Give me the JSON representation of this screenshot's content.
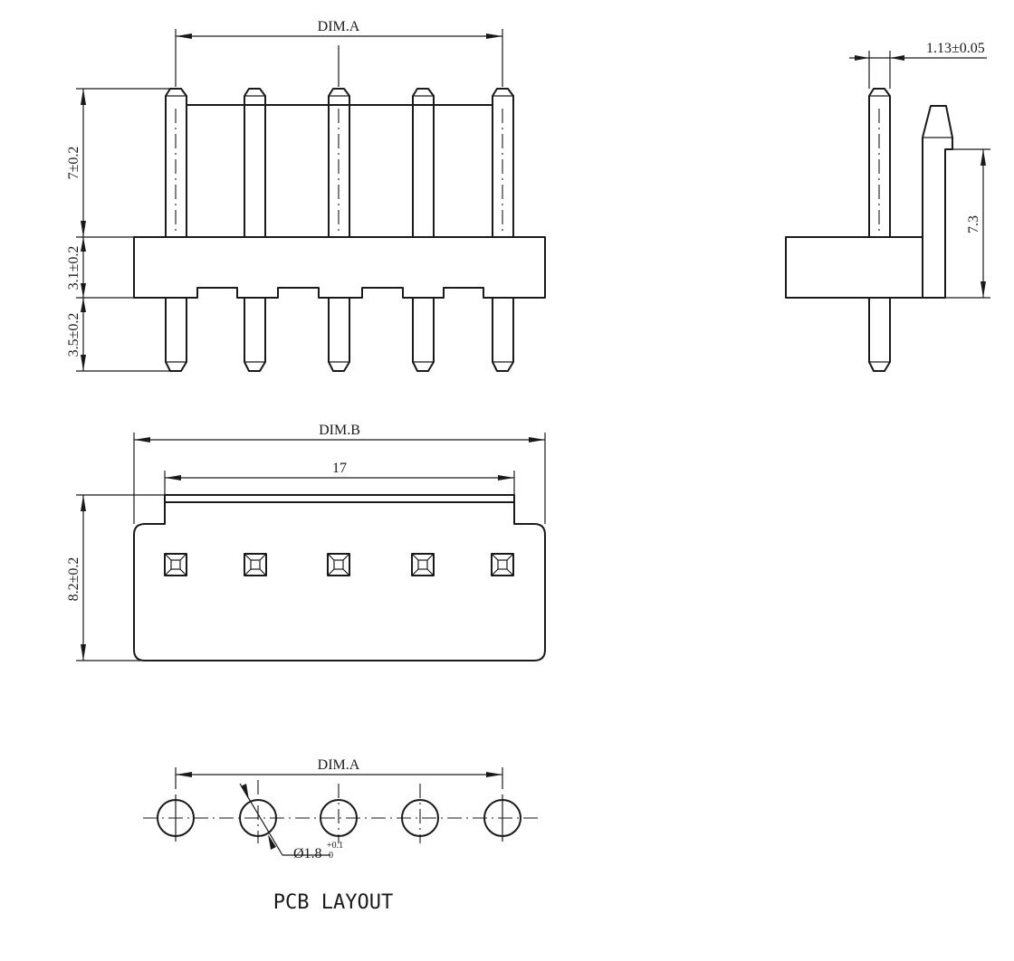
{
  "dimensions": {
    "dim_a_top": "DIM.A",
    "pin_upper_length": "7±0.2",
    "housing_height": "3.1±0.2",
    "pin_lower_length": "3.5±0.2",
    "side_pin_offset": "1.13±0.05",
    "side_height": "7.3",
    "dim_b": "DIM.B",
    "inner_width": "17",
    "body_depth": "8.2±0.2",
    "dim_a_pcb": "DIM.A"
  },
  "hole": {
    "diameter_main": "Ø1.8",
    "tolerance_plus": "+0.1",
    "tolerance_minus": "0"
  },
  "caption": "PCB LAYOUT"
}
